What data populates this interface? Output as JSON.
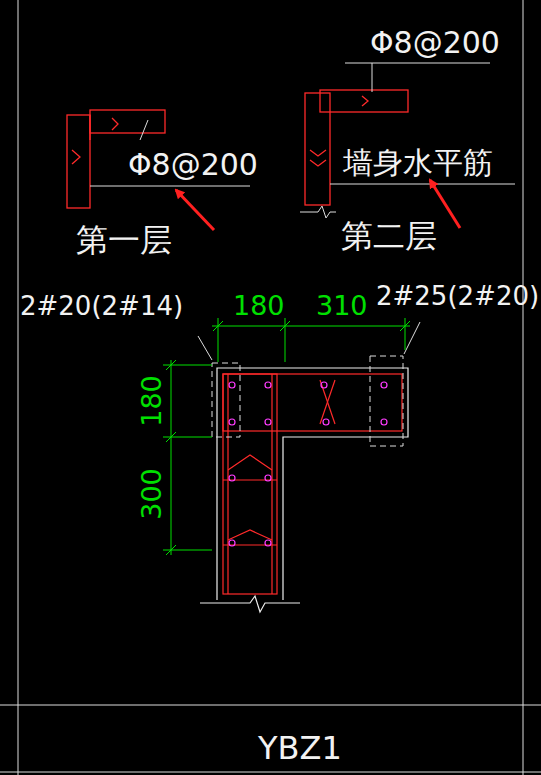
{
  "diagram": {
    "caption": "YBZ1",
    "labels": [
      "Φ8@200",
      "第一层",
      "Φ8@200",
      "墙身水平筋",
      "第二层",
      "180",
      "310",
      "2#20(2#14)",
      "2#25(2#20)",
      "180",
      "300"
    ]
  }
}
